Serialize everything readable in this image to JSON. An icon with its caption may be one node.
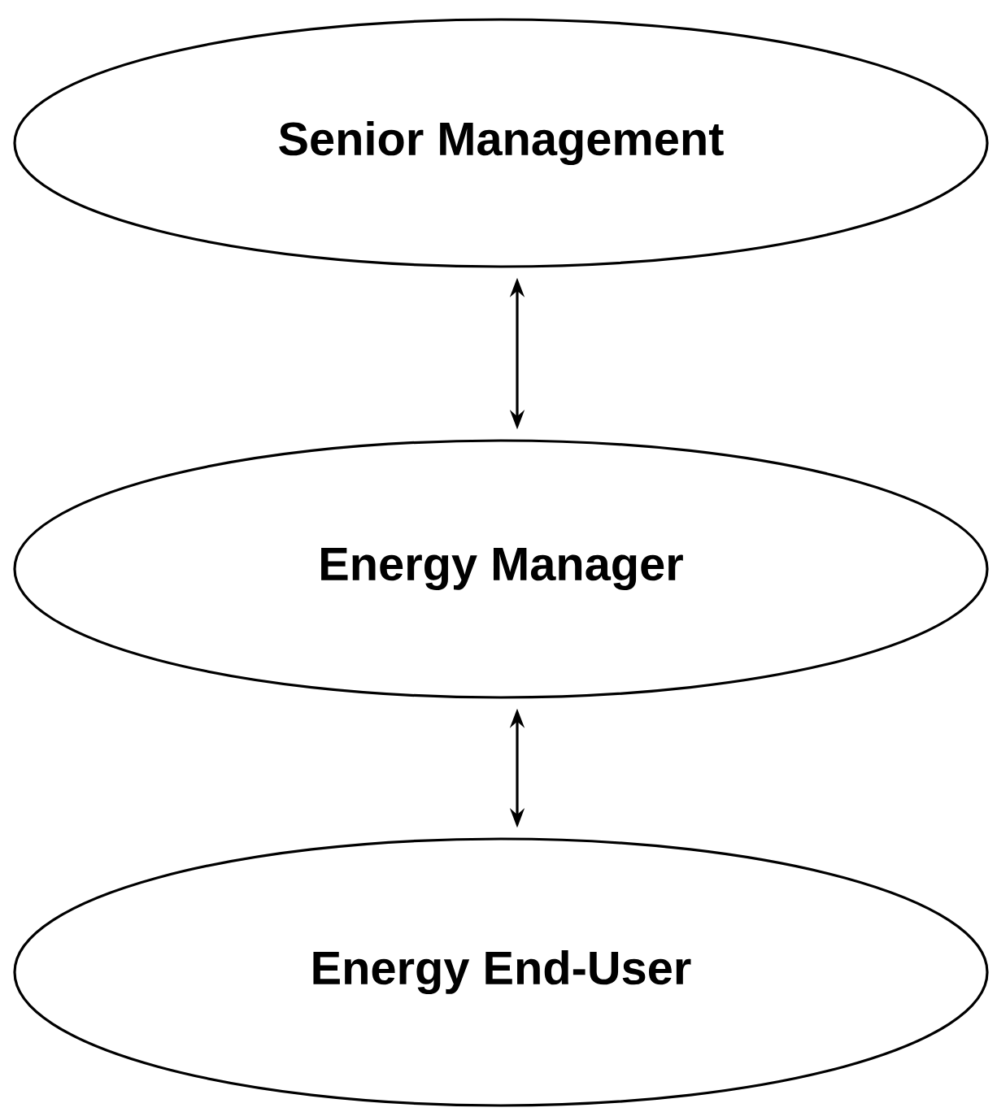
{
  "diagram": {
    "nodes": [
      {
        "text": [
          "Senior Management"
        ]
      },
      {
        "text": [
          "Energy Manager"
        ]
      },
      {
        "text": [
          "Energy End-User"
        ]
      }
    ],
    "edges": [
      {
        "from": 0,
        "to": 1,
        "arrow": "both"
      },
      {
        "from": 1,
        "to": 2,
        "arrow": "both"
      }
    ]
  }
}
